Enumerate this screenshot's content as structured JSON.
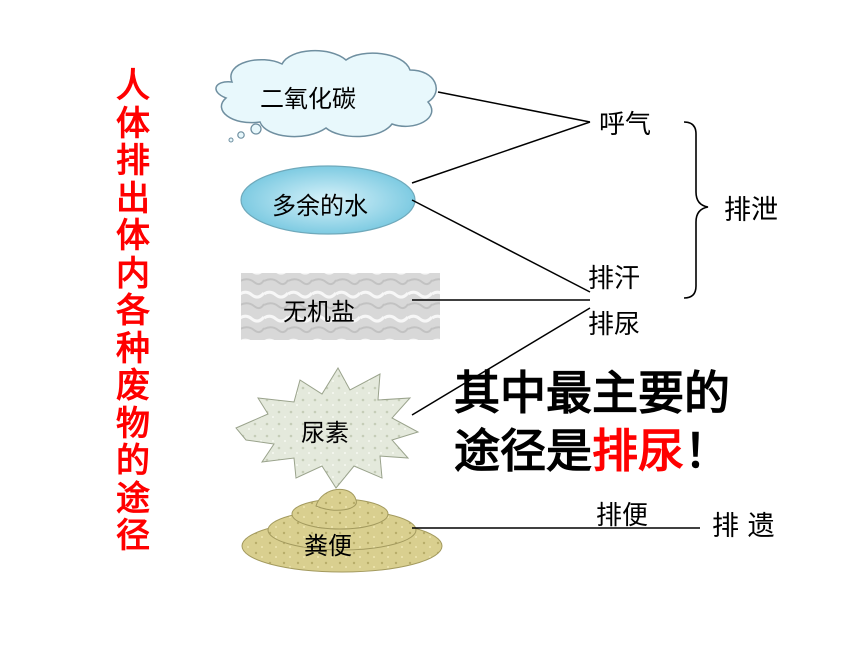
{
  "title_chars": [
    "人",
    "体",
    "排",
    "出",
    "体",
    "内",
    "各",
    "种",
    "废",
    "物",
    "的",
    "途",
    "径"
  ],
  "substances": {
    "co2": "二氧化碳",
    "water": "多余的水",
    "salt": "无机盐",
    "urea": "尿素",
    "feces": "粪便"
  },
  "routes": {
    "exhale": "呼气",
    "sweat": "排汗",
    "urinate": "排尿",
    "defecate": "排便"
  },
  "groups": {
    "excretion": "排泄",
    "egestion": "排 遗"
  },
  "highlight": {
    "line1": "其中最主要的",
    "line2_prefix": "途径是",
    "line2_emph": "排尿",
    "line2_suffix": "！"
  },
  "colors": {
    "title": "#ff0000",
    "emphasis": "#ff0000",
    "cloud_fill": "#e6f7fb",
    "water_fill": "#8fd3e6",
    "salt_fill": "#d6d6d6",
    "urea_fill": "#dfe6d6",
    "feces_fill": "#d9cf8f"
  }
}
